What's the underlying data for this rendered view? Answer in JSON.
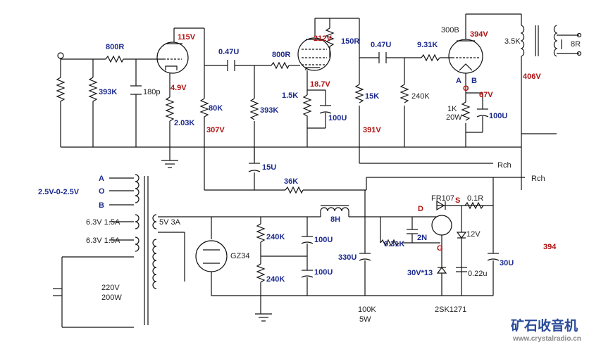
{
  "colors": {
    "wire": "#111111",
    "label_blue": "#1c2a8e",
    "label_red": "#b01212",
    "label_black": "#222222",
    "watermark_blue": "#2a4b9a",
    "watermark_gray": "#888888"
  },
  "labels": {
    "r_input_series": "800R",
    "r_volume": "393K",
    "c_input": "180p",
    "v1_plate_voltage": "115V",
    "v1_cathode_voltage": "4.9V",
    "r_v1_cathode": "2.03K",
    "r_v1_plate": "80K",
    "v1_supply_voltage": "307V",
    "c_coupling_1": "0.47U",
    "r_grid_stopper_2": "800R",
    "r_grid_2": "393K",
    "v2_plate_voltage": "212V",
    "r_v2_screen": "150R",
    "v2_cathode_voltage": "18.7V",
    "r_v2_cathode": "1.5K",
    "c_v2_cathode": "100U",
    "c_coupling_2": "0.47U",
    "r_v2_plate": "15K",
    "v2_supply_voltage": "391V",
    "r_grid_stopper_3": "9.31K",
    "r_grid_3": "240K",
    "output_tube": "300B",
    "v3_plate_voltage": "394V",
    "filament_a": "A",
    "filament_b": "B",
    "filament_o": "O",
    "v3_cathode_voltage": "67V",
    "r_v3_cathode": "1K",
    "r_v3_cathode_power": "20W",
    "c_v3_cathode": "100U",
    "ot_primary": "3.5K",
    "ot_secondary": "8R",
    "ot_supply_voltage": "406V",
    "rch_1": "Rch",
    "rch_2": "Rch",
    "c_decoupling": "15U",
    "r_decoupling": "36K",
    "pt_tap_heater_25": "2.5V-0-2.5V",
    "pt_tap_a": "A",
    "pt_tap_o": "O",
    "pt_tap_b": "B",
    "pt_tap_63_a": "6.3V 1.5A",
    "pt_tap_63_b": "6.3V 1.5A",
    "pt_tap_5v": "5V 3A",
    "rectifier_tube": "GZ34",
    "mains_voltage": "220V",
    "mains_power": "200W",
    "r_bleeder_top": "240K",
    "r_bleeder_bottom": "240K",
    "c_filter_top": "100U",
    "c_filter_bottom": "100U",
    "choke": "8H",
    "c_reservoir": "330U",
    "r_bleeder_main": "100K",
    "r_bleeder_main_power": "5W",
    "diode": "FR107",
    "mosfet_d": "D",
    "mosfet_s": "S",
    "mosfet_g": "G",
    "r_sense": "0.1R",
    "c_gd": "2N",
    "zener_12v": "12V",
    "r_gate": "9.31K",
    "zener_string": "30V*13",
    "c_gate": "0.22u",
    "c_output": "30U",
    "mosfet": "2SK1271",
    "regulated_voltage": "394"
  },
  "watermark": {
    "title": "矿石收音机",
    "url": "www.crystalradio.cn"
  }
}
